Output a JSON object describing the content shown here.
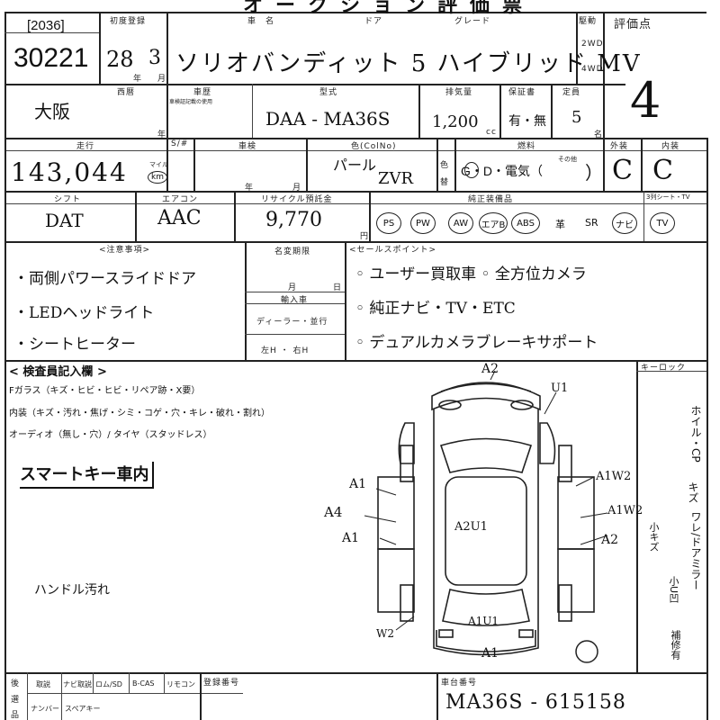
{
  "header": {
    "title_fragment": "オークション評価票"
  },
  "lot": {
    "code": "[2036]",
    "number": "30221"
  },
  "first_reg": {
    "label": "初度登録",
    "year": "28",
    "month": "3",
    "year_unit": "年",
    "month_unit": "月"
  },
  "car_name": {
    "label": "車　名",
    "door_label": "ドア",
    "grade_label": "グレード",
    "value": "ソリオバンディット 5 ハイブリッド MV"
  },
  "drive": {
    "label": "駆動",
    "opt1": "2WD",
    "opt2": "4WD"
  },
  "rating": {
    "label": "評価点",
    "value": "4"
  },
  "row2": {
    "region_label": "西暦",
    "shaken_label": "車歴",
    "shaken_sub": "車検証記載の使用",
    "model_label": "型式",
    "model_value": "DAA - MA36S",
    "displacement_label": "排気量",
    "displacement_value": "1,200",
    "displacement_unit": "cc",
    "warranty_label": "保証書",
    "warranty_value": "有・無",
    "capacity_label": "定員",
    "capacity_value": "5",
    "capacity_unit": "名",
    "location": "大阪",
    "year_unit": "年"
  },
  "row3": {
    "mileage_label": "走行",
    "mileage_value": "143,044",
    "mileage_unit_top": "マイル",
    "mileage_unit": "km",
    "s_label": "S/#",
    "inspection_label": "車検",
    "year_unit": "年",
    "month_unit": "月",
    "color_label": "色(ColNo)",
    "color_value": "パール",
    "color_code": "ZVR",
    "color_change_label1": "色",
    "color_change_label2": "替",
    "fuel_label": "燃料",
    "fuel_value": "G・D・電気（",
    "fuel_other": "その他",
    "fuel_close": "）",
    "exterior_label": "外装",
    "exterior_value": "C",
    "interior_label": "内装",
    "interior_value": "C"
  },
  "row4": {
    "shift_label": "シフト",
    "shift_value": "DAT",
    "ac_label": "エアコン",
    "ac_value": "AAC",
    "recycle_label": "リサイクル預託金",
    "recycle_value": "9,770",
    "recycle_unit": "円",
    "equipment_label": "純正装備品",
    "equipment": [
      "PS",
      "PW",
      "AW",
      "エアB",
      "ABS",
      "革",
      "SR",
      "ナビ",
      "TV"
    ],
    "seat_label": "3列シート・TV"
  },
  "notes": {
    "label": "<注意事項>",
    "items": [
      "・両側パワースライドドア",
      "・LEDヘッドライト",
      "・シートヒーター"
    ]
  },
  "name_change": {
    "label": "名変期限",
    "month_unit": "月",
    "day_unit": "日"
  },
  "import": {
    "label": "輸入車",
    "dealer": "ディーラー・並行",
    "steering": "左H ・ 右H"
  },
  "sales_points": {
    "label": "<セールスポイント>",
    "items": [
      "◦ ユーザー買取車 ◦ 全方位カメラ",
      "◦ 純正ナビ・TV・ETC",
      "◦ デュアルカメラブレーキサポート"
    ]
  },
  "inspector": {
    "label": "< 検査員記入欄 >",
    "glass": "Fガラス（キズ・ヒビ・ヒビ・リペア跡・X要）",
    "interior": "内装（キズ・汚れ・焦げ・シミ・コゲ・穴・キレ・破れ・割れ）",
    "audio": "オーディオ（無し・穴）/ タイヤ（スタッドレス）",
    "smartkey": "スマートキー車内",
    "handwritten": "ハンドル汚れ"
  },
  "keylock": {
    "label": "キーロック"
  },
  "diagram_marks": {
    "front": "A2",
    "u1": "U1",
    "a1_upper": "A1",
    "a4": "A4",
    "a1_lower": "A1",
    "a1w2_upper": "A1W2",
    "a1w2_lower": "A1W2",
    "a2_right": "A2",
    "a2u1": "A2U1",
    "a1u1": "A1U1",
    "rear": "A1",
    "w2": "W2"
  },
  "side_legend": {
    "text1": "ホイル・CP",
    "text2": "キズ",
    "text3": "ワレ/ドアミラー",
    "text4": "小キズ",
    "text5": "小U凹",
    "text6": "補修有"
  },
  "bottom": {
    "labels": [
      "後",
      "選",
      "品"
    ],
    "cells": [
      "取説",
      "ナビ取説",
      "ロム/SD",
      "B-CAS",
      "リモコン"
    ],
    "cells2": [
      "ナンバー",
      "スペアキー"
    ],
    "reg_label": "登録番号",
    "chassis_label": "車台番号",
    "chassis_value": "MA36S - 615158"
  }
}
